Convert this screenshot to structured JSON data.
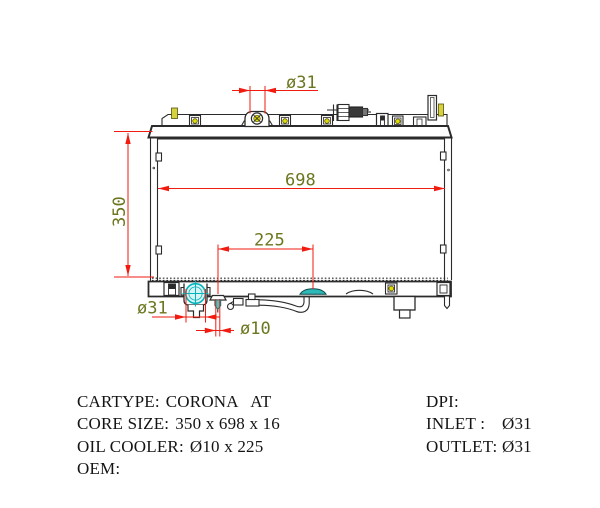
{
  "drawing": {
    "dimensions": {
      "inlet_neck_diameter": "ø31",
      "core_width": "698",
      "core_height": "350",
      "oil_cooler_length": "225",
      "outlet_diameter": "ø31",
      "oil_pipe_diameter": "ø10"
    },
    "colors": {
      "dimension_line": "#f21b10",
      "dimension_text": "#6c761e",
      "outline": "#2b2b2b",
      "teal_accent": "#00b4bc",
      "yellow_accent": "#e0dc00"
    }
  },
  "specs": {
    "left": [
      {
        "label": "CARTYPE:",
        "value": "CORONA   AT"
      },
      {
        "label": "CORE SIZE:",
        "value": "350 x 698 x 16"
      },
      {
        "label": "OIL COOLER:",
        "value": "Ø10 x 225"
      },
      {
        "label": "OEM:",
        "value": ""
      }
    ],
    "right": [
      {
        "label": "DPI:",
        "value": ""
      },
      {
        "label": "INLET :",
        "value": "Ø31"
      },
      {
        "label": "OUTLET:",
        "value": "Ø31"
      }
    ]
  }
}
